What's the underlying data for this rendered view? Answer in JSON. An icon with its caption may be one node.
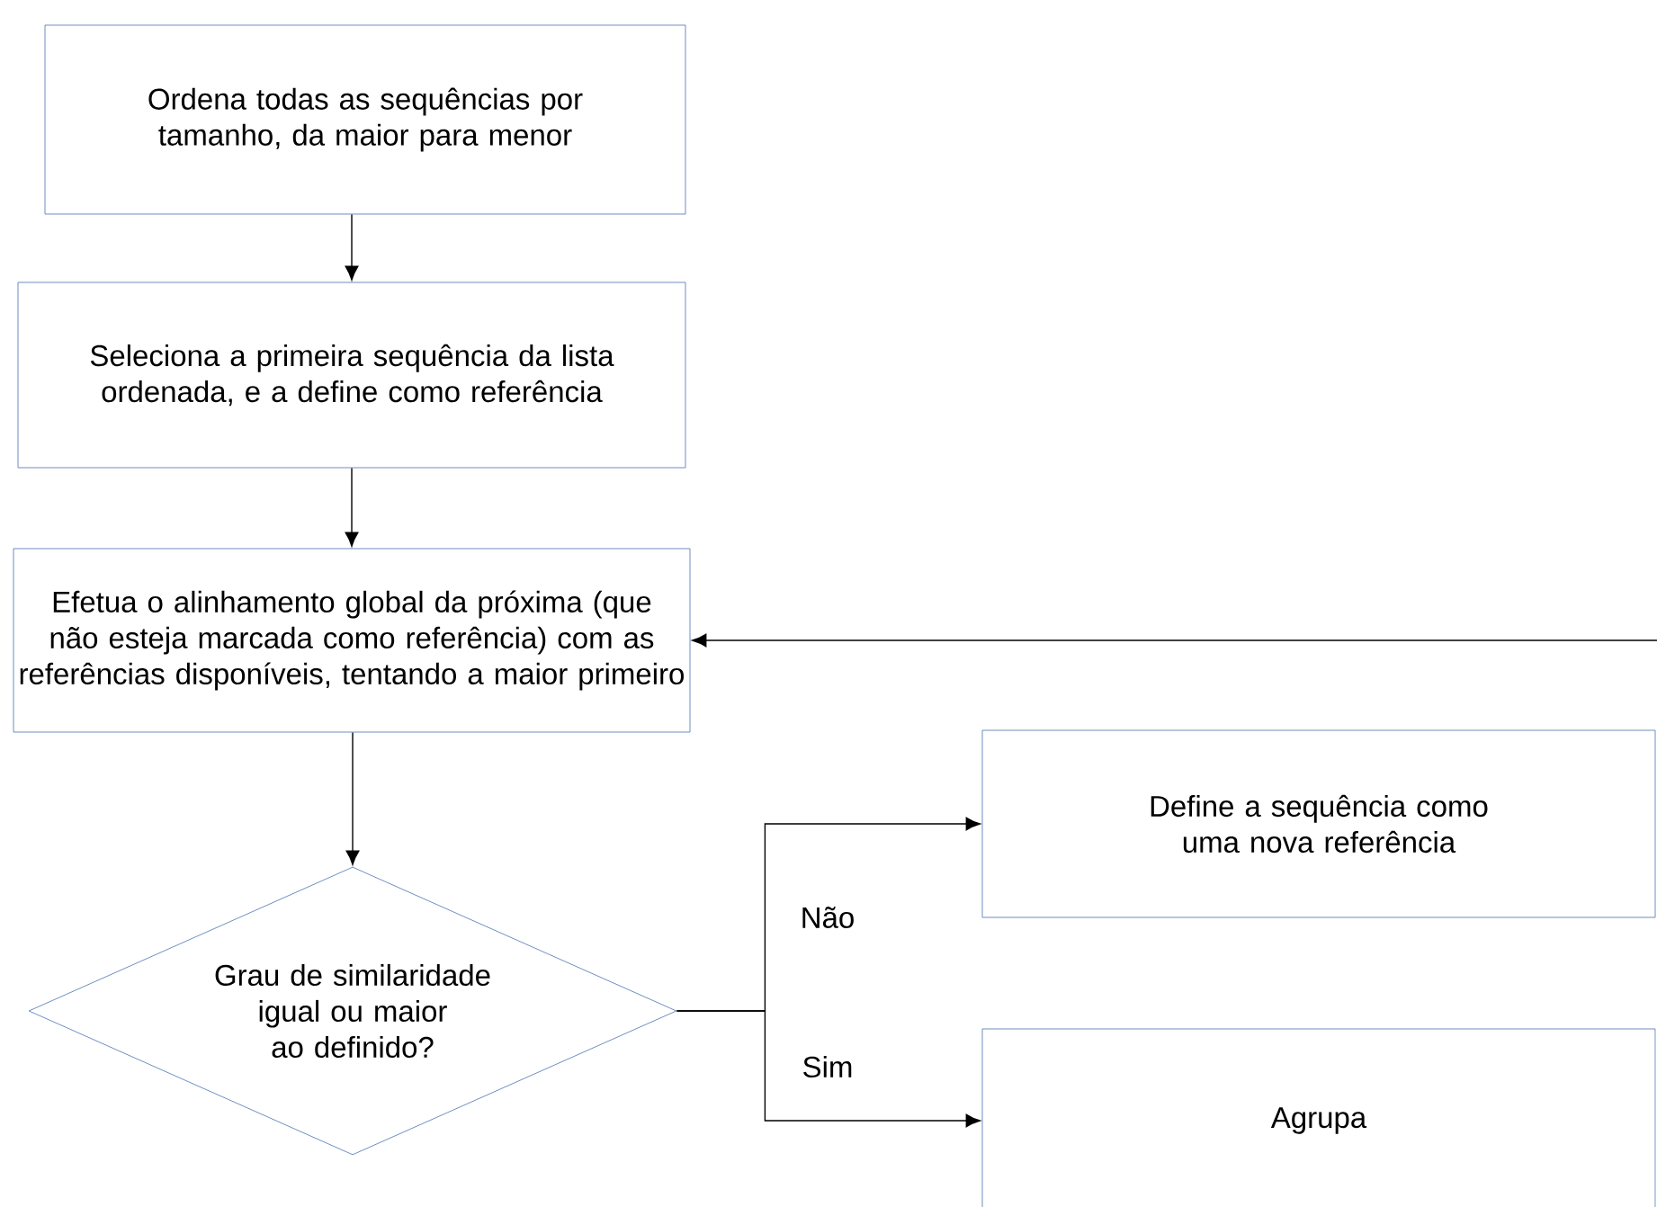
{
  "diagram": {
    "nodes": [
      {
        "text": [
          "Ordena todas as sequências por tamanho, da maior para menor"
        ]
      },
      {
        "text": [
          "Seleciona a primeira sequência da lista ordenada, e a define como referência"
        ]
      },
      {
        "text": [
          "Efetua o alinhamento global da próxima (que não esteja marcada como referência) com as referências disponíveis, tentando a maior primeiro"
        ]
      },
      {
        "text": [
          "Grau de similaridade igual ou maior ao definido?"
        ]
      },
      {
        "text": [
          "Define a sequência como uma nova referência"
        ]
      },
      {
        "text": [
          "Agrupa"
        ]
      }
    ],
    "edges": [
      {
        "from": 0,
        "to": 1,
        "arrow": "to"
      },
      {
        "from": 1,
        "to": 2,
        "arrow": "to"
      },
      {
        "from": 2,
        "to": 3,
        "arrow": "to"
      },
      {
        "from": 3,
        "to": 4,
        "arrow": "to",
        "label": "Não"
      },
      {
        "from": 3,
        "to": 5,
        "arrow": "to",
        "label": "Sim"
      },
      {
        "from": null,
        "to": 2,
        "arrow": "to"
      }
    ]
  }
}
